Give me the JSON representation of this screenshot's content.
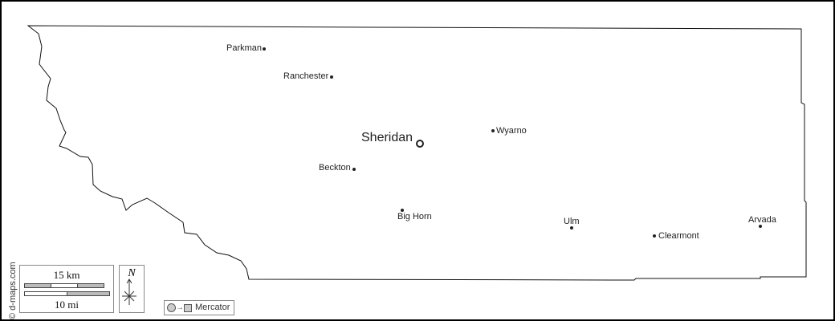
{
  "capital": {
    "name": "Sheridan"
  },
  "cities": [
    {
      "name": "Parkman"
    },
    {
      "name": "Ranchester"
    },
    {
      "name": "Wyarno"
    },
    {
      "name": "Beckton"
    },
    {
      "name": "Big Horn"
    },
    {
      "name": "Ulm"
    },
    {
      "name": "Clearmont"
    },
    {
      "name": "Arvada"
    }
  ],
  "credit": "© d-maps.com",
  "scale": {
    "km_label": "15 km",
    "mi_label": "10 mi"
  },
  "north": {
    "label": "N"
  },
  "projection": {
    "label": "Mercator"
  }
}
